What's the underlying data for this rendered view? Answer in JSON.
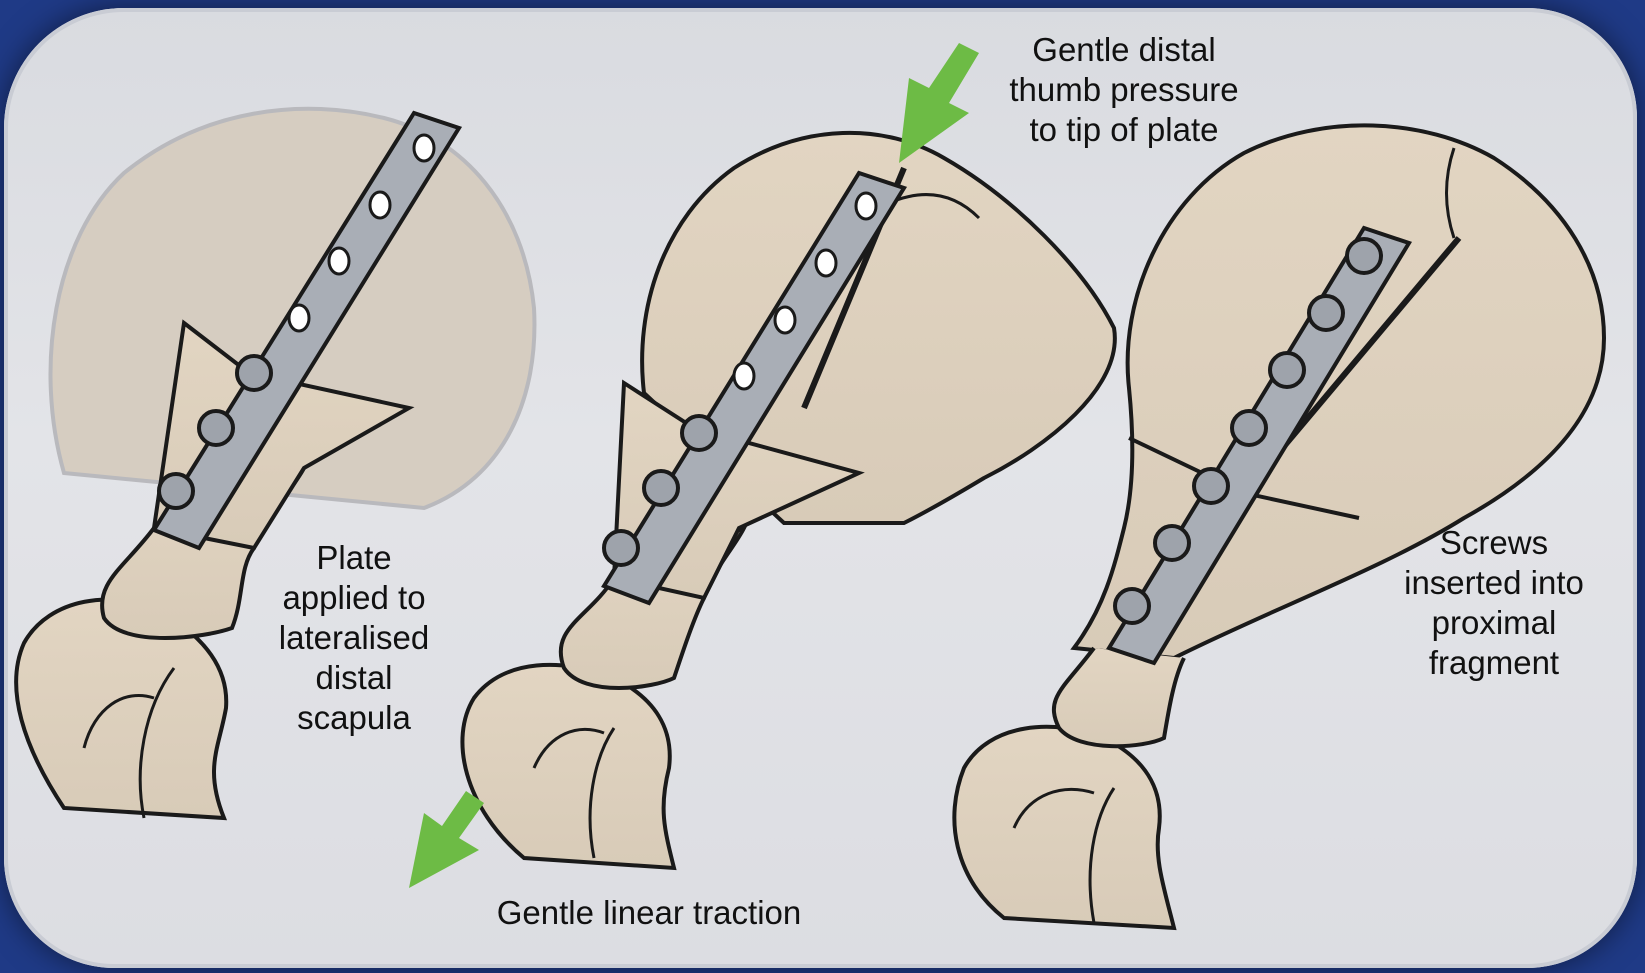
{
  "labels": {
    "thumb_pressure": "Gentle distal\nthumb pressure\nto tip of plate",
    "plate_applied": "Plate\napplied to\nlateralised\ndistal\nscapula",
    "screws_inserted": "Screws\ninserted into\nproximal\nfragment",
    "linear_traction": "Gentle linear traction"
  },
  "colors": {
    "background": "#1f3a86",
    "bone": "#ddd0bd",
    "plate": "#a9aeb6",
    "arrow": "#6dbb45",
    "outline": "#1a1a1a"
  }
}
